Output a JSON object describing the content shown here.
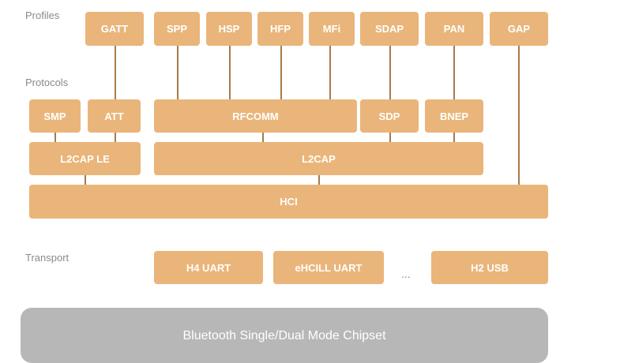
{
  "labels": {
    "profiles": "Profiles",
    "protocols": "Protocols",
    "transport": "Transport"
  },
  "profiles": [
    "GATT",
    "SPP",
    "HSP",
    "HFP",
    "MFi",
    "SDAP",
    "PAN",
    "GAP"
  ],
  "protocols": {
    "smp": "SMP",
    "att": "ATT",
    "rfcomm": "RFCOMM",
    "sdp": "SDP",
    "bnep": "BNEP",
    "l2cap_le": "L2CAP LE",
    "l2cap": "L2CAP",
    "hci": "HCI"
  },
  "transport": {
    "h4_uart": "H4 UART",
    "ehcill_uart": "eHCILL UART",
    "ellipsis": "...",
    "h2_usb": "H2 USB"
  },
  "chipset": "Bluetooth Single/Dual Mode Chipset",
  "colors": {
    "box": "#eab57a",
    "connector": "#a97a4a",
    "chipset": "#b7b7b7",
    "label": "#8a8a8a"
  }
}
